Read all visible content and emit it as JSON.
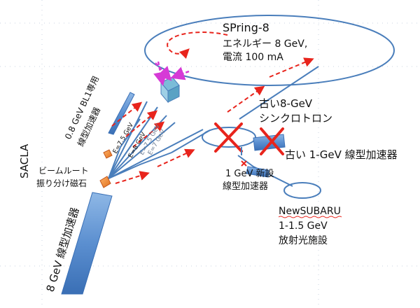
{
  "spring8": {
    "name": "SPring-8",
    "energy": "エネルギー 8 GeV,",
    "current": "電流 100 mA"
  },
  "sacla": {
    "name": "SACLA",
    "main_linac": "8 GeV 線型加速器",
    "bl1_linac_line1": "0.8 GeV BL1専用",
    "bl1_linac_line2": "線型加速器",
    "switch_magnet_line1": "ビームルート",
    "switch_magnet_line2": "振り分け磁石",
    "beamline_energies": [
      "E=7.5 GeV",
      "E=8 GeV",
      "E=7.5 GeV",
      "E=7 GeV"
    ]
  },
  "old_synchrotron": {
    "line1": "古い8-GeV",
    "line2": "シンクロトロン"
  },
  "old_linac": {
    "label": "古い 1-GeV 線型加速器"
  },
  "new_linac": {
    "line1": "1 GeV 新設",
    "line2": "線型加速器"
  },
  "newsubaru": {
    "name": "NewSUBARU",
    "energy": "1-1.5 GeV",
    "type": "放射光施設"
  },
  "colors": {
    "beamline": "#4a7ebb",
    "linac_fill": "#5b9bd5",
    "beam_arrow": "#e8241c",
    "magenta_arrow": "#d63ad6",
    "cross": "#e8241c"
  }
}
